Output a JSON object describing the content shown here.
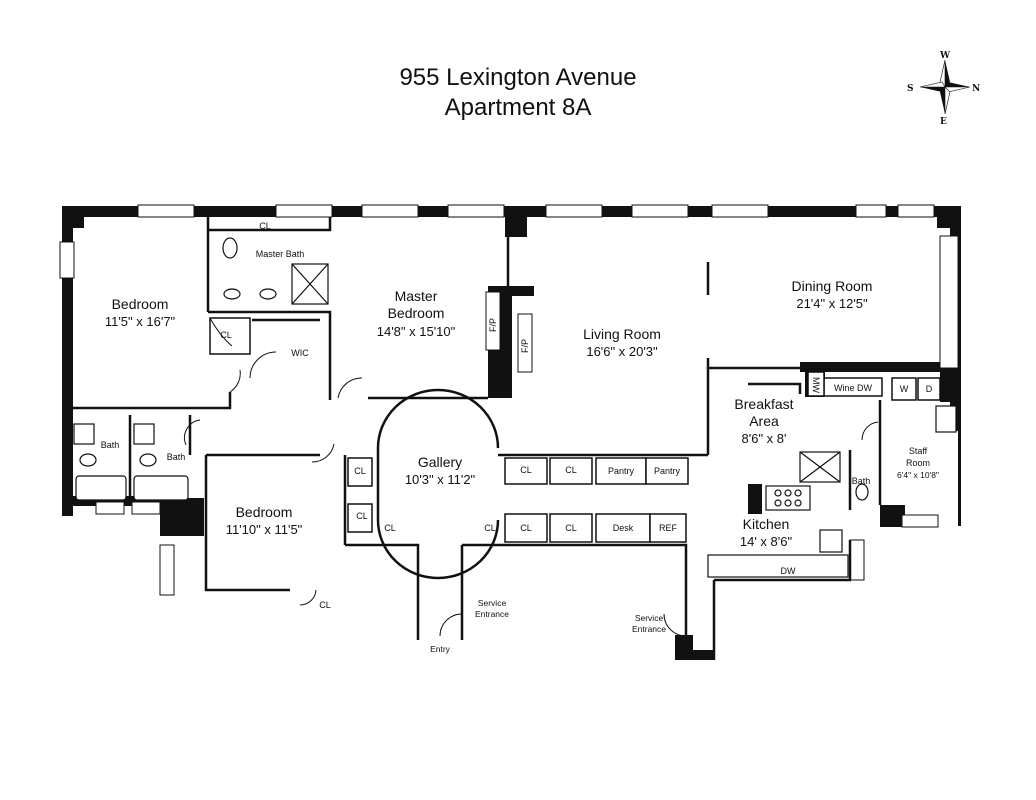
{
  "title": {
    "line1": "955 Lexington Avenue",
    "line2": "Apartment 8A"
  },
  "compass": {
    "w": "W",
    "s": "S",
    "n": "N",
    "e": "E"
  },
  "rooms": {
    "bedroom_left": {
      "name": "Bedroom",
      "dims": "11'5\" x 16'7\""
    },
    "master_bedroom": {
      "name1": "Master",
      "name2": "Bedroom",
      "dims": "14'8\" x 15'10\""
    },
    "master_bath": {
      "name": "Master Bath"
    },
    "living_room": {
      "name": "Living Room",
      "dims": "16'6\" x 20'3\""
    },
    "dining_room": {
      "name": "Dining Room",
      "dims": "21'4\" x 12'5\""
    },
    "breakfast": {
      "name1": "Breakfast",
      "name2": "Area",
      "dims": "8'6\" x 8'"
    },
    "staff_room": {
      "name1": "Staff",
      "name2": "Room",
      "dims": "6'4\" x 10'8\""
    },
    "gallery": {
      "name": "Gallery",
      "dims": "10'3\" x 11'2\""
    },
    "bedroom_lower": {
      "name": "Bedroom",
      "dims": "11'10\" x 11'5\""
    },
    "kitchen": {
      "name": "Kitchen",
      "dims": "14' x 8'6\""
    }
  },
  "labels": {
    "cl": "CL",
    "wic": "WIC",
    "fp": "F/P",
    "bath": "Bath",
    "pantry": "Pantry",
    "desk": "Desk",
    "ref": "REF",
    "dw": "DW",
    "mw": "MW",
    "wine_dw": "Wine DW",
    "w": "W",
    "d": "D",
    "service_entrance1": "Service",
    "service_entrance2": "Entrance",
    "entry": "Entry"
  }
}
